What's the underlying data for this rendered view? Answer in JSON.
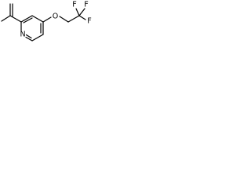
{
  "molecule": {
    "atoms": {
      "ring_nitrogen": "N",
      "ether_oxygen": "O",
      "fluorine_top_left": "F",
      "fluorine_top_right": "F",
      "fluorine_right": "F"
    },
    "colors": {
      "bond": "#000000",
      "label": "#000000",
      "background": "#ffffff"
    }
  }
}
